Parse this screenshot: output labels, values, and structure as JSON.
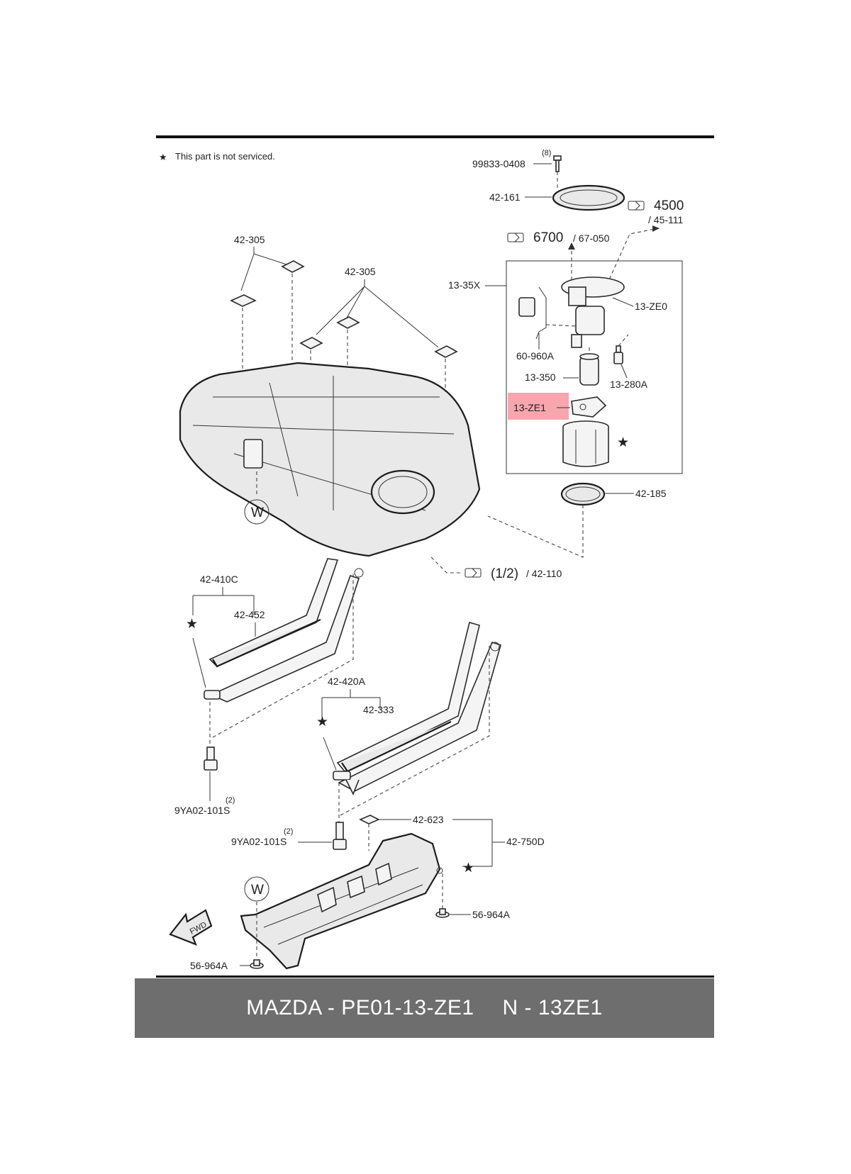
{
  "note": {
    "star": "★",
    "text": "This part is not serviced."
  },
  "labels": {
    "bolt_qty": "(8)",
    "bolt": "99833-0408",
    "l42_161": "42-161",
    "ref_4500": "4500",
    "ref_45_111": "/ 45-111",
    "ref_6700": "6700",
    "ref_67_050": "/ 67-050",
    "l42_305a": "42-305",
    "l42_305b": "42-305",
    "l13_35x": "13-35X",
    "l13_ze0": "13-ZE0",
    "l60_960a": "60-960A",
    "l13_350": "13-350",
    "l13_280a": "13-280A",
    "l13_ze1": "13-ZE1",
    "l42_185": "42-185",
    "w_top": "W",
    "ref_half": "(1/2)",
    "ref_42_110": "/ 42-110",
    "l42_410c": "42-410C",
    "l42_452": "42-452",
    "l42_420a": "42-420A",
    "l42_333": "42-333",
    "qty_left": "(2)",
    "l9ya02_left": "9YA02-101S",
    "qty_mid": "(2)",
    "l9ya02_mid": "9YA02-101S",
    "l42_623": "42-623",
    "l42_750d": "42-750D",
    "w_bottom": "W",
    "l56_964a_right": "56-964A",
    "l56_964a_left": "56-964A",
    "fwd": "FWD"
  },
  "footer": {
    "part": "MAZDA - PE01-13-ZE1",
    "code": "N - 13ZE1"
  },
  "colors": {
    "highlight": "#f7a6ad",
    "footer_bg": "#6e6e6e",
    "footer_text": "#ffffff"
  }
}
